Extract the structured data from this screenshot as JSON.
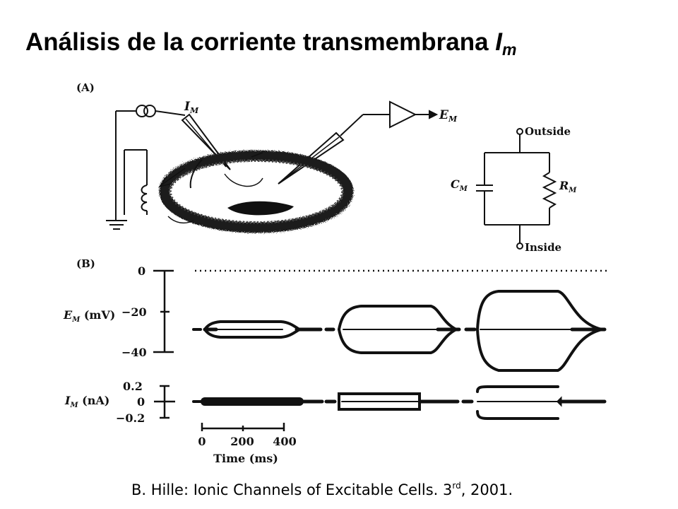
{
  "title": {
    "text": "Análisis de la corriente transmembrana ",
    "var": "I",
    "sub": "m"
  },
  "panel_a": {
    "label": "(A)",
    "im_label": "I",
    "im_sub": "M",
    "em_label": "E",
    "em_sub": "M",
    "outside_label": "Outside",
    "inside_label": "Inside",
    "cm_label": "C",
    "cm_sub": "M",
    "rm_label": "R",
    "rm_sub": "M"
  },
  "panel_b": {
    "label": "(B)",
    "em_axis_label": "E",
    "em_axis_sub": "M",
    "em_axis_unit": " (mV)",
    "em_ticks": [
      "0",
      "−20",
      "−40"
    ],
    "im_axis_label": "I",
    "im_axis_sub": "M",
    "im_axis_unit": " (nA)",
    "im_ticks": [
      "0.2",
      "0",
      "−0.2"
    ],
    "time_ticks": [
      "0",
      "200",
      "400"
    ],
    "time_label": "Time (ms)"
  },
  "caption": {
    "before": "B. Hille: Ionic Channels of Excitable Cells. 3",
    "sup": "rd",
    "after": ", 2001."
  }
}
